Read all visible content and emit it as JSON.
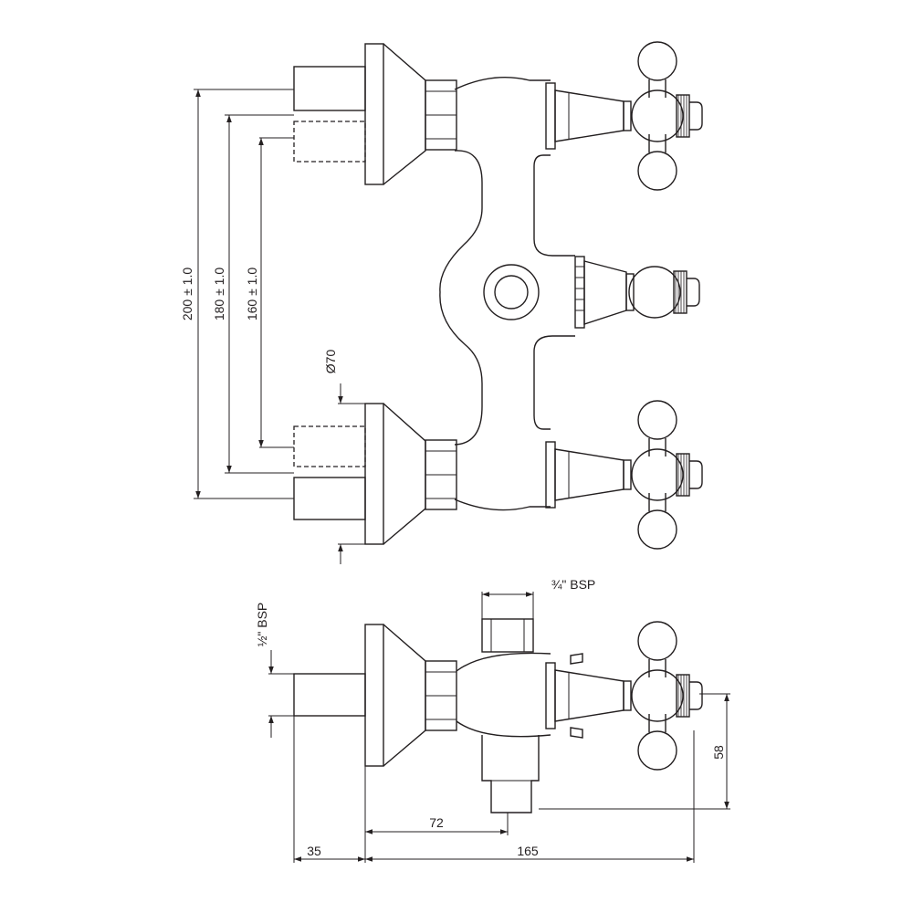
{
  "dimensions": {
    "d200": "200 ± 1.0",
    "d180": "180 ± 1.0",
    "d160": "160 ± 1.0",
    "diameter": "Ø70",
    "bsp_half": "½\" BSP",
    "bsp_three_quarter": "¾\" BSP",
    "d58": "58",
    "d72": "72",
    "d35": "35",
    "d165": "165"
  },
  "colors": {
    "line": "#231f20",
    "background": "#ffffff"
  }
}
